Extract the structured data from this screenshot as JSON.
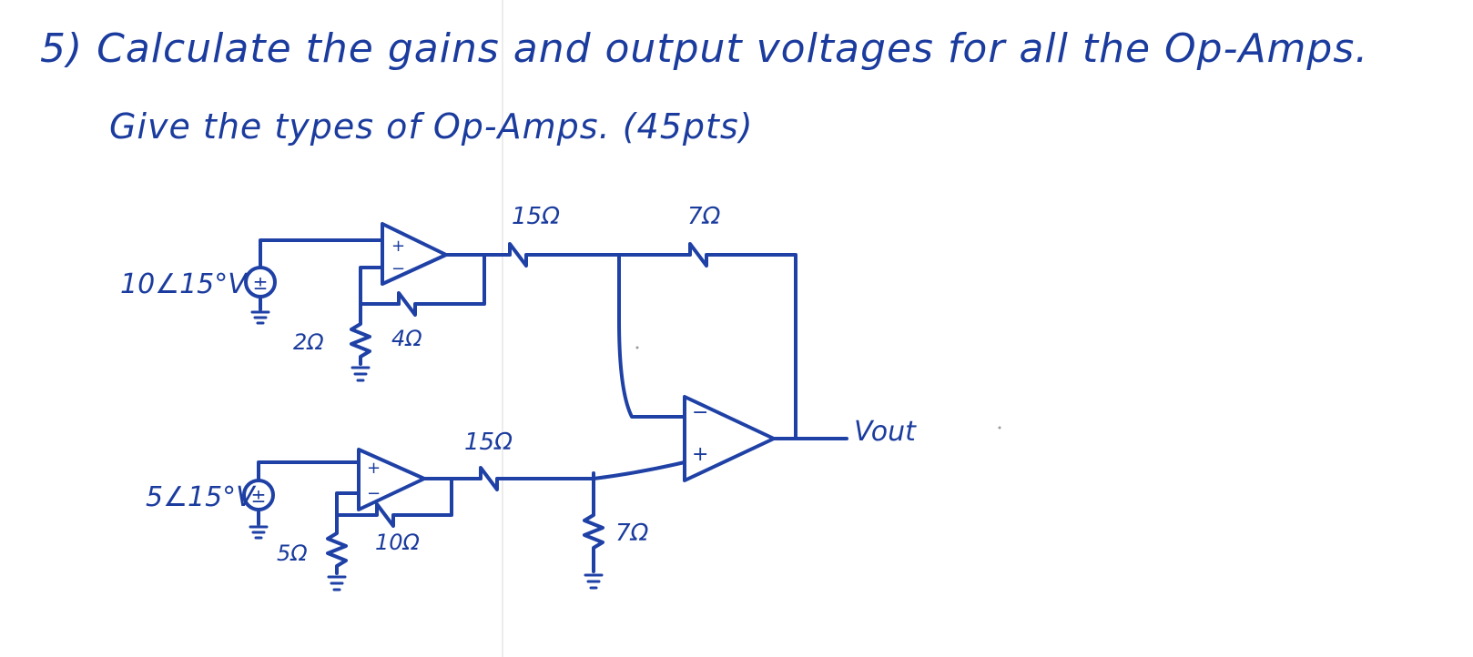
{
  "problem": {
    "line1": "5) Calculate the gains and output voltages for all the Op-Amps.",
    "line2": "Give the types of Op-Amps. (45pts)"
  },
  "circuit": {
    "source_top_label": "10∠15°V",
    "source_bottom_label": "5∠15°V",
    "r_top_ground": "2Ω",
    "r_top_feedback": "4Ω",
    "r_bottom_ground": "5Ω",
    "r_bottom_feedback": "10Ω",
    "r_series_top": "15Ω",
    "r_series_bottom": "15Ω",
    "r_feedback_final": "7Ω",
    "r_shunt_final": "7Ω",
    "opamp_plus": "+",
    "opamp_minus": "−",
    "source_sign": "±",
    "output_label": "Vout"
  },
  "colors": {
    "ink": "#1f41a6"
  }
}
